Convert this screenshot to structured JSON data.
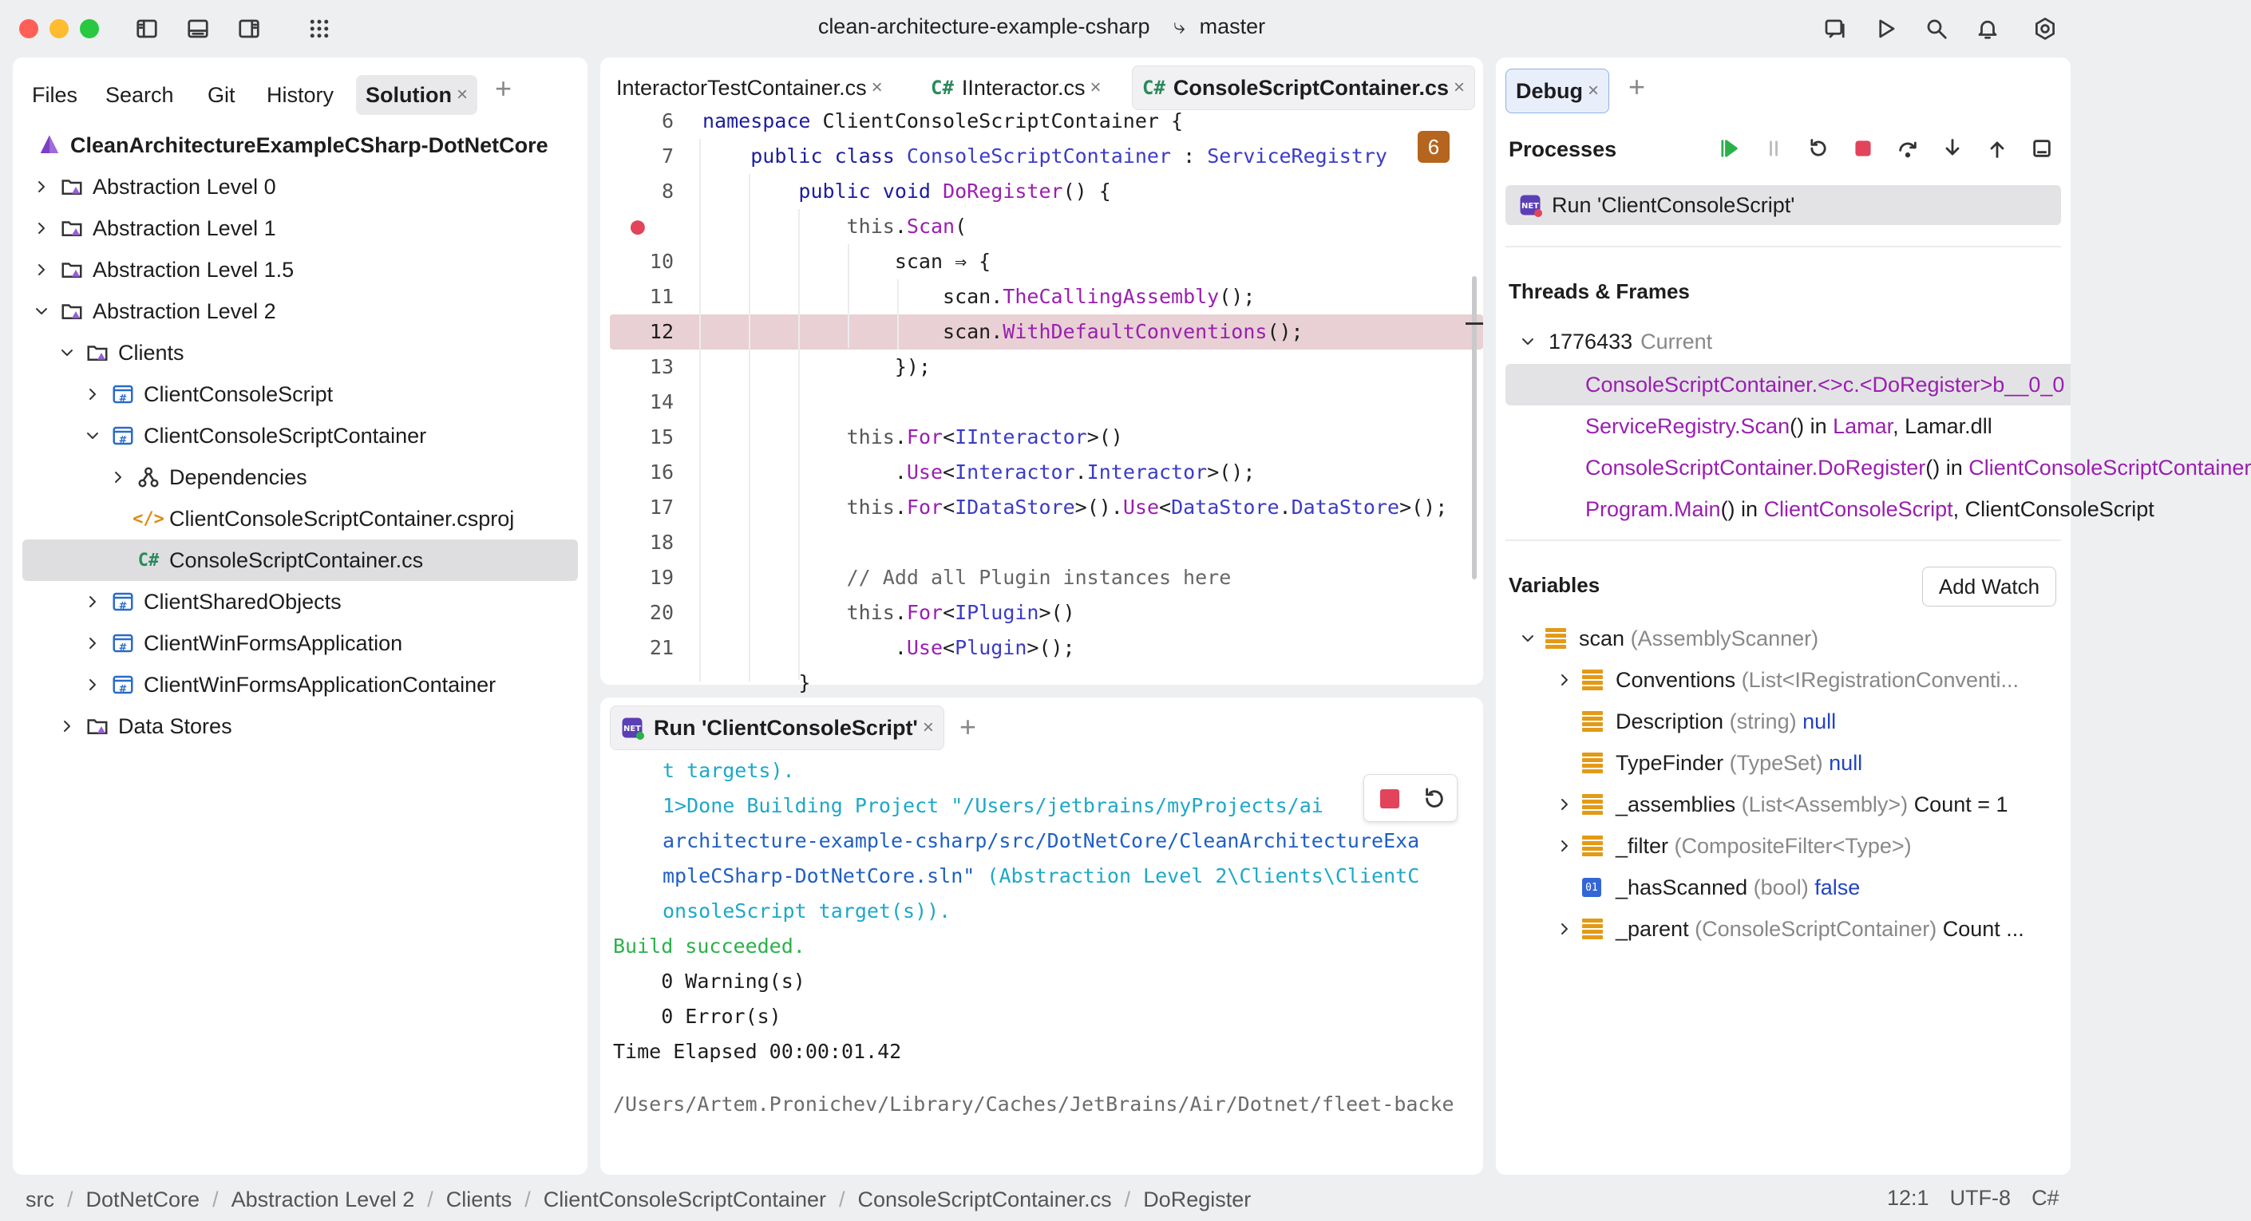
{
  "window": {
    "project": "clean-architecture-example-csharp",
    "branch": "master"
  },
  "left": {
    "tabs": [
      "Files",
      "Search",
      "Git",
      "History",
      "Solution"
    ],
    "active_tab": "Solution",
    "tree": [
      {
        "label": "CleanArchitectureExampleCSharp-DotNetCore"
      },
      {
        "label": "Abstraction Level 0"
      },
      {
        "label": "Abstraction Level 1"
      },
      {
        "label": "Abstraction Level 1.5"
      },
      {
        "label": "Abstraction Level 2"
      },
      {
        "label": "Clients"
      },
      {
        "label": "ClientConsoleScript"
      },
      {
        "label": "ClientConsoleScriptContainer"
      },
      {
        "label": "Dependencies"
      },
      {
        "label": "ClientConsoleScriptContainer.csproj"
      },
      {
        "label": "ConsoleScriptContainer.cs"
      },
      {
        "label": "ClientSharedObjects"
      },
      {
        "label": "ClientWinFormsApplication"
      },
      {
        "label": "ClientWinFormsApplicationContainer"
      },
      {
        "label": "Data Stores"
      }
    ]
  },
  "editor": {
    "tabs": [
      "InteractorTestContainer.cs",
      "IInteractor.cs",
      "ConsoleScriptContainer.cs"
    ],
    "cs_badge": "C#",
    "badge_count": "6",
    "lines": [
      "6",
      "7",
      "8",
      "",
      "10",
      "11",
      "12",
      "13",
      "14",
      "15",
      "16",
      "17",
      "18",
      "19",
      "20",
      "21"
    ]
  },
  "run": {
    "tab": "Run 'ClientConsoleScript'",
    "console": [
      "t targets).",
      "1>Done Building Project \"/Users/jetbrains/myProjects/ai",
      "architecture-example-csharp/src/DotNetCore/CleanArchitectureExa",
      "mpleCSharp-DotNetCore.sln\"",
      " (Abstraction Level 2\\Clients\\ClientC",
      "onsoleScript target(s)).",
      "Build succeeded.",
      "    0 Warning(s)",
      "    0 Error(s)",
      "Time Elapsed 00:00:01.42",
      "/Users/Artem.Pronichev/Library/Caches/JetBrains/Air/Dotnet/fleet-backe"
    ]
  },
  "debug": {
    "tab": "Debug",
    "processes_title": "Processes",
    "process": "Run 'ClientConsoleScript'",
    "threads_title": "Threads & Frames",
    "thread_id": "1776433",
    "thread_state": "Current",
    "frames": {
      "f1a": "ConsoleScriptContainer.<>c.<DoRegister>b__0_0",
      "f2a": "ServiceRegistry.Scan",
      "f2b": "() in ",
      "f2c": "Lamar",
      "f2d": ", Lamar.dll",
      "f3a": "ConsoleScriptContainer.DoRegister",
      "f3b": "() in ",
      "f3c": "ClientConsoleScriptContainer",
      "f4a": "Program.Main",
      "f4b": "() in ",
      "f4c": "ClientConsoleScript",
      "f4d": ", ClientConsoleScript"
    },
    "variables_title": "Variables",
    "add_watch": "Add Watch",
    "vars": {
      "v0n": "scan",
      "v0t": "(AssemblyScanner)",
      "v1n": "Conventions",
      "v1t": "(List<IRegistrationConventi...",
      "v2n": "Description",
      "v2t": "(string)",
      "v2v": "null",
      "v3n": "TypeFinder",
      "v3t": "(TypeSet)",
      "v3v": "null",
      "v4n": "_assemblies",
      "v4t": "(List<Assembly>)",
      "v4v": "Count = 1",
      "v5n": "_filter",
      "v5t": "(CompositeFilter<Type>)",
      "v6n": "_hasScanned",
      "v6t": "(bool)",
      "v6v": "false",
      "v7n": "_parent",
      "v7t": "(ConsoleScriptContainer)",
      "v7v": "Count ..."
    }
  },
  "status": {
    "crumbs": [
      "src",
      "DotNetCore",
      "Abstraction Level 2",
      "Clients",
      "ClientConsoleScriptContainer",
      "ConsoleScriptContainer.cs",
      "DoRegister"
    ],
    "position": "12:1",
    "encoding": "UTF-8",
    "language": "C#"
  },
  "colors": {
    "accent": "#9a1fb0",
    "error_red": "#e2445c",
    "success_green": "#2bb14a"
  }
}
